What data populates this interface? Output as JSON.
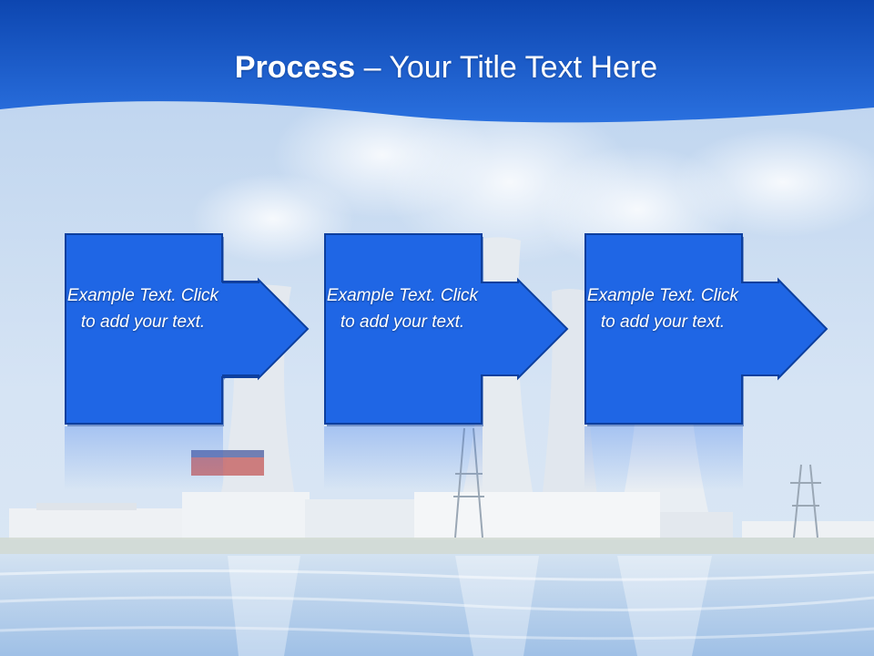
{
  "slide": {
    "title_bold": "Process",
    "title_rest": " – Your Title Text Here",
    "steps": [
      {
        "text": "Example Text. Click  to add your text."
      },
      {
        "text": "Example Text. Click  to add your text."
      },
      {
        "text": "Example Text. Click  to add your text."
      }
    ]
  },
  "colors": {
    "header_blue": "#1d5fd4",
    "box_blue": "#1f66e5",
    "box_border": "#0d3f9e",
    "sky": "#cfe0f3"
  }
}
